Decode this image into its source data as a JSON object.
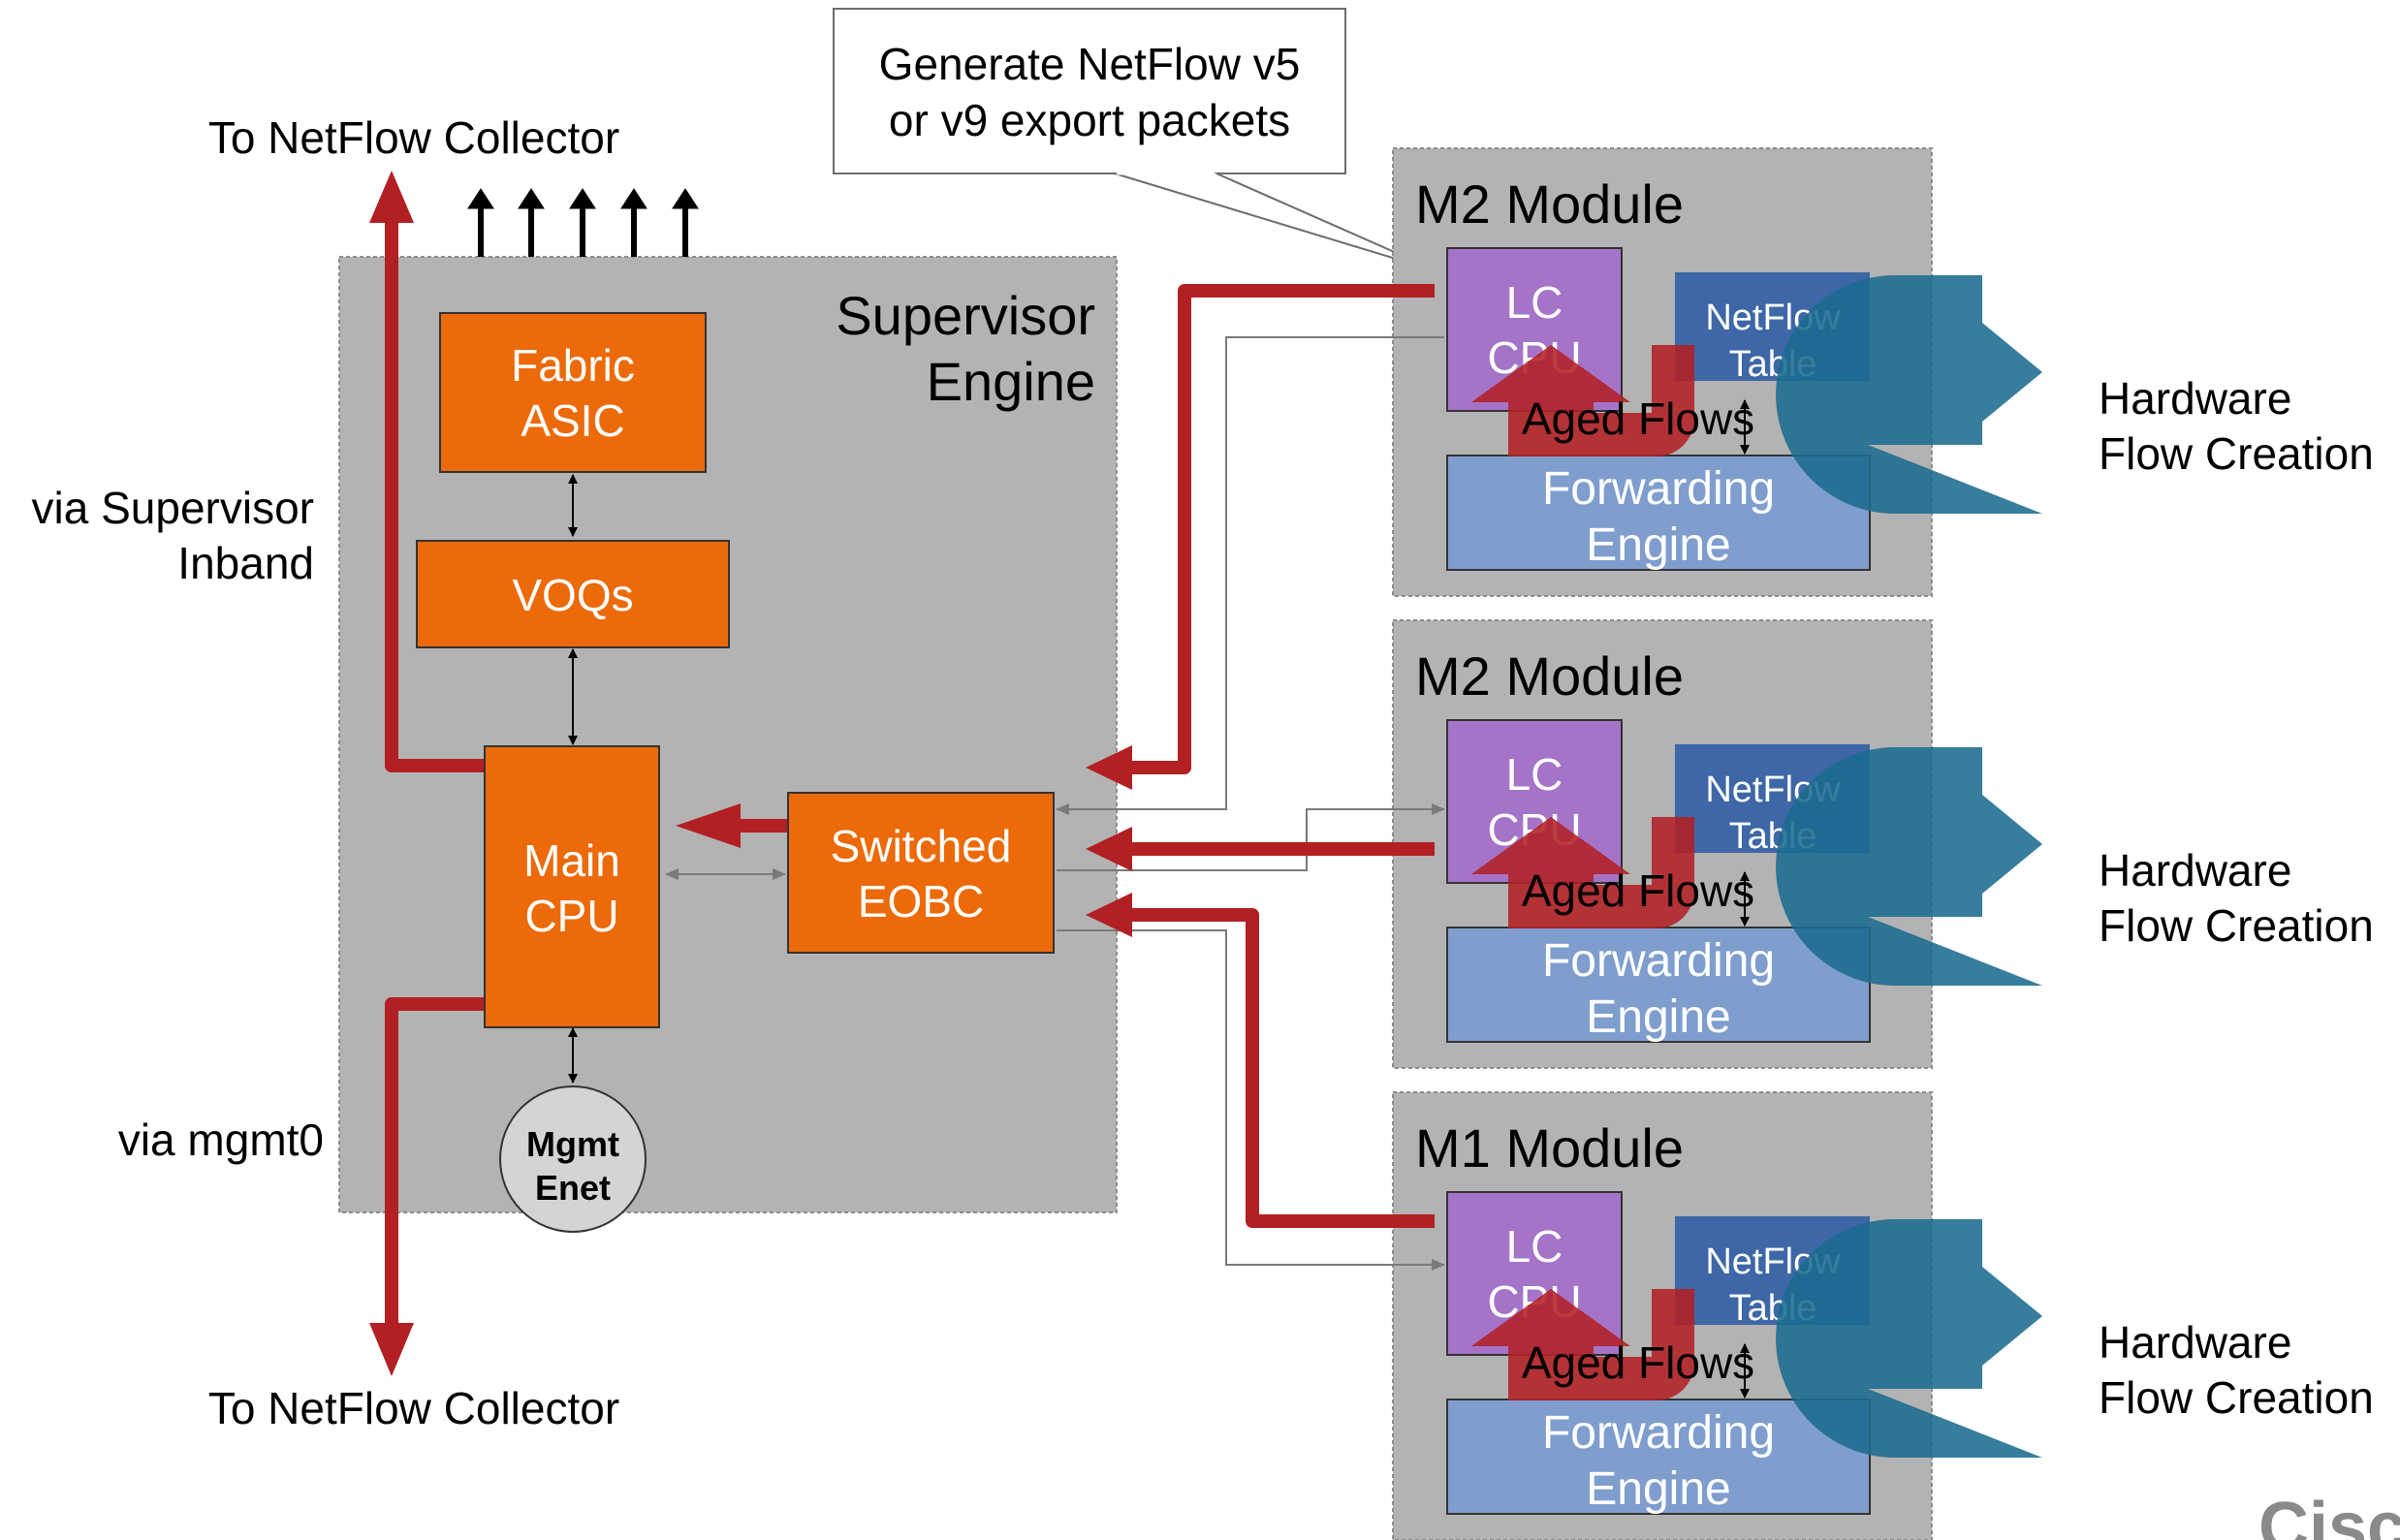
{
  "callout": {
    "line1": "Generate NetFlow v5",
    "line2": "or v9 export packets"
  },
  "labels": {
    "collector_top": "To NetFlow Collector",
    "collector_bottom": "To NetFlow Collector",
    "via_inband_1": "via Supervisor",
    "via_inband_2": "Inband",
    "via_mgmt": "via mgmt0"
  },
  "supervisor": {
    "title_1": "Supervisor",
    "title_2": "Engine",
    "fabric_1": "Fabric",
    "fabric_2": "ASIC",
    "voqs": "VOQs",
    "cpu_1": "Main",
    "cpu_2": "CPU",
    "eobc_1": "Switched",
    "eobc_2": "EOBC",
    "mgmt_1": "Mgmt",
    "mgmt_2": "Enet"
  },
  "modules": [
    {
      "title": "M2 Module",
      "lc_1": "LC",
      "lc_2": "CPU",
      "nf_1": "NetFlow",
      "nf_2": "Table",
      "aged": "Aged Flows",
      "fe_1": "Forwarding",
      "fe_2": "Engine",
      "hw_1": "Hardware",
      "hw_2": "Flow Creation"
    },
    {
      "title": "M2 Module",
      "lc_1": "LC",
      "lc_2": "CPU",
      "nf_1": "NetFlow",
      "nf_2": "Table",
      "aged": "Aged Flows",
      "fe_1": "Forwarding",
      "fe_2": "Engine",
      "hw_1": "Hardware",
      "hw_2": "Flow Creation"
    },
    {
      "title": "M1 Module",
      "lc_1": "LC",
      "lc_2": "CPU",
      "nf_1": "NetFlow",
      "nf_2": "Table",
      "aged": "Aged Flows",
      "fe_1": "Forwarding",
      "fe_2": "Engine",
      "hw_1": "Hardware",
      "hw_2": "Flow Creation"
    }
  ],
  "logo_text": "Cisco",
  "colors": {
    "panel": "#b3b3b3",
    "orange": "#ec6a09",
    "red": "#b22024",
    "teal": "#1b6b8f",
    "purple": "#a574c8",
    "netflow_blue": "#3d67a6",
    "forwarding_blue": "#7f9ece"
  }
}
